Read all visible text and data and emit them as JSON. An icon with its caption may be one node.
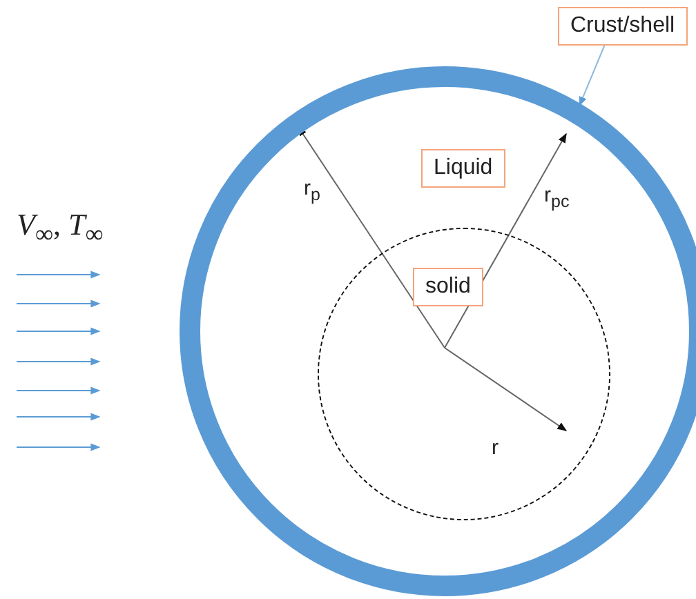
{
  "diagram": {
    "nodes": [
      {
        "text": [
          "Crust/shell"
        ]
      },
      {
        "text": [],
        "shape": "circle"
      },
      {
        "text": [
          "Liquid"
        ],
        "in": 1
      },
      {
        "text": [],
        "shape": "circle",
        "in": 1
      },
      {
        "text": [
          "solid"
        ],
        "in": 3
      }
    ],
    "edges": [
      {
        "from": 0,
        "to": 1,
        "arrow": "to"
      }
    ],
    "labels": [
      "*V*$_{∞}$, *T*$_{∞}$",
      "r$_{p}$",
      "r$_{pc}$",
      "r"
    ]
  }
}
